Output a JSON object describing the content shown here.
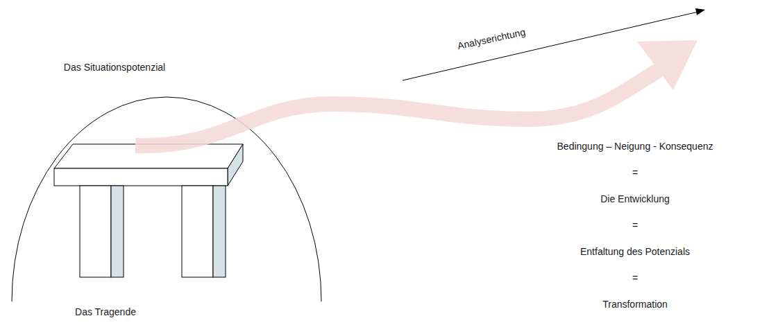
{
  "diagram": {
    "nodes": [
      {
        "text": [
          "Das Situationspotenzial"
        ]
      },
      {
        "text": [
          "Das Tragende"
        ],
        "in": 0
      }
    ],
    "labels": [
      "Analyserichtung",
      "Bedingung – Neigung - Konsequenz",
      "=",
      "Die Entwicklung",
      "=",
      "Entfaltung des Potenzials",
      "=",
      "Transformation"
    ]
  }
}
